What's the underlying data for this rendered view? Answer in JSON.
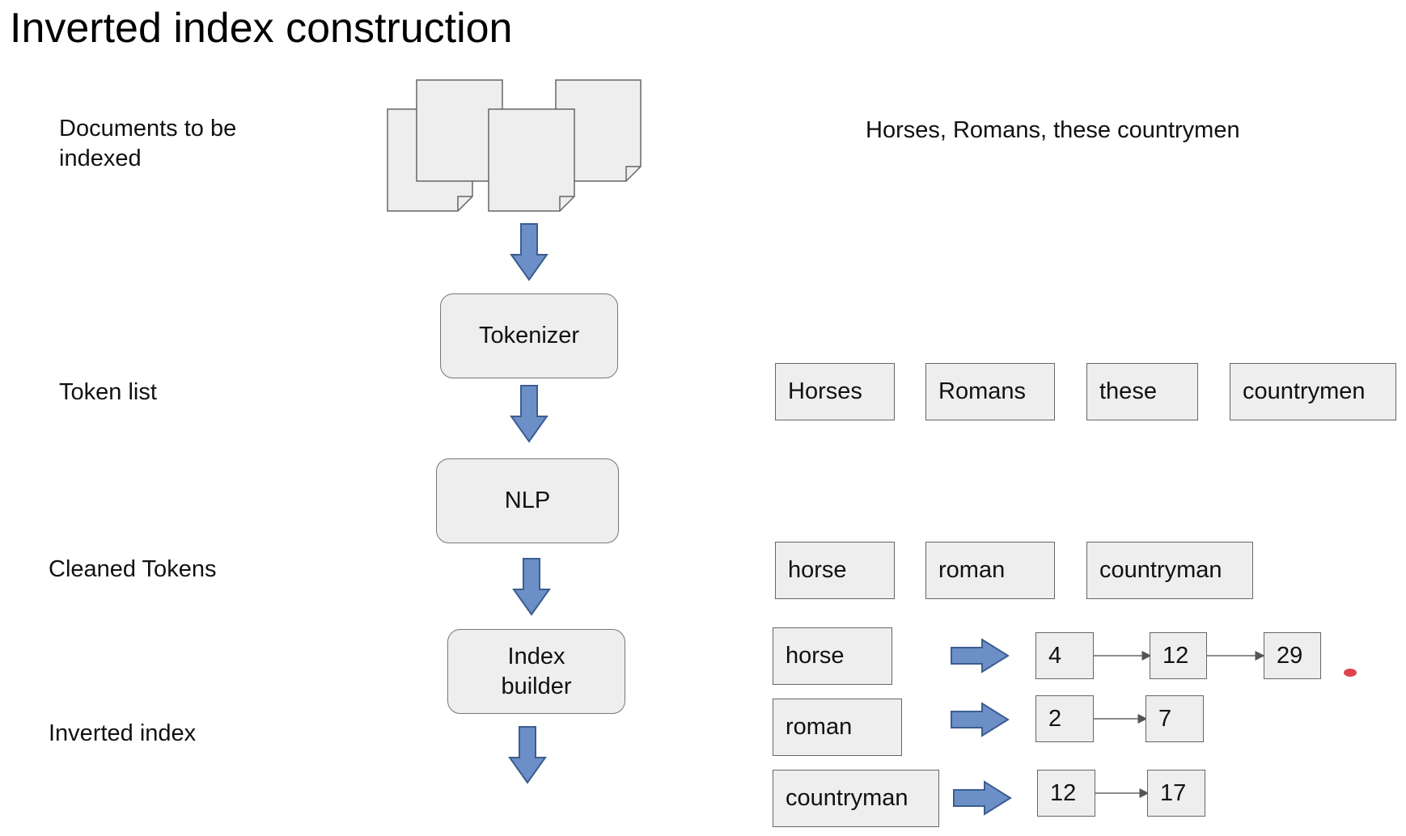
{
  "title": "Inverted index construction",
  "row_labels": {
    "documents": "Documents to be indexed",
    "token_list": "Token list",
    "cleaned_tokens": "Cleaned Tokens",
    "inverted_index": "Inverted index"
  },
  "sentence": "Horses, Romans, these countrymen",
  "processes": {
    "tokenizer": "Tokenizer",
    "nlp": "NLP",
    "index_builder": "Index builder"
  },
  "tokens": [
    "Horses",
    "Romans",
    "these",
    "countrymen"
  ],
  "cleaned_tokens": [
    "horse",
    "roman",
    "countryman"
  ],
  "index": [
    {
      "term": "horse",
      "postings": [
        "4",
        "12",
        "29"
      ]
    },
    {
      "term": "roman",
      "postings": [
        "2",
        "7"
      ]
    },
    {
      "term": "countryman",
      "postings": [
        "12",
        "17"
      ]
    }
  ],
  "colors": {
    "arrow_fill": "#6b8fc6",
    "arrow_stroke": "#3c5d91",
    "box_fill": "#eeeeee",
    "pointer_dot": "#d8232a"
  }
}
